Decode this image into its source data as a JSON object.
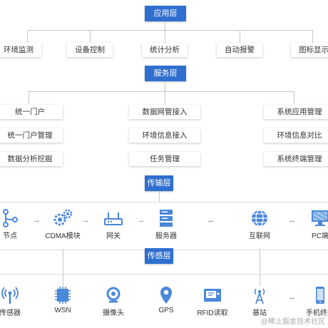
{
  "colors": {
    "accent": "#2f6fcf",
    "icon": "#4a88da",
    "line": "#c7c7c7"
  },
  "layers": {
    "application": "应用层",
    "service": "服务层",
    "transport": "传输层",
    "sensing": "传感层"
  },
  "application_items": [
    "环境监测",
    "设备控制",
    "统计分析",
    "自动报警",
    "图标显示"
  ],
  "service_items": {
    "left": [
      "统一门户",
      "统一门户管理",
      "数据分析挖掘"
    ],
    "middle": [
      "数据网管接入",
      "环境信息接入",
      "任务管理"
    ],
    "right": [
      "系统应用管理",
      "环境信息对比",
      "系统终端管理"
    ]
  },
  "transport_items": [
    {
      "label": "节点",
      "icon": "node-icon"
    },
    {
      "label": "CDMA模块",
      "icon": "gears-icon"
    },
    {
      "label": "网关",
      "icon": "router-icon"
    },
    {
      "label": "服务器",
      "icon": "server-icon"
    },
    {
      "label": "互联网",
      "icon": "globe-icon"
    },
    {
      "label": "PC端",
      "icon": "pc-icon"
    }
  ],
  "sensing_items": [
    {
      "label": "传感器",
      "icon": "sensor-icon"
    },
    {
      "label": "WSN",
      "icon": "chip-icon"
    },
    {
      "label": "摄像头",
      "icon": "camera-icon"
    },
    {
      "label": "GPS",
      "icon": "gps-pin-icon"
    },
    {
      "label": "RFID读取",
      "icon": "rfid-reader-icon"
    },
    {
      "label": "基站",
      "icon": "base-station-icon"
    },
    {
      "label": "手机终端",
      "icon": "phone-icon"
    }
  ],
  "arrows": {
    "right": "→",
    "double": "↔"
  },
  "watermark": "@稀土掘金技术社区"
}
